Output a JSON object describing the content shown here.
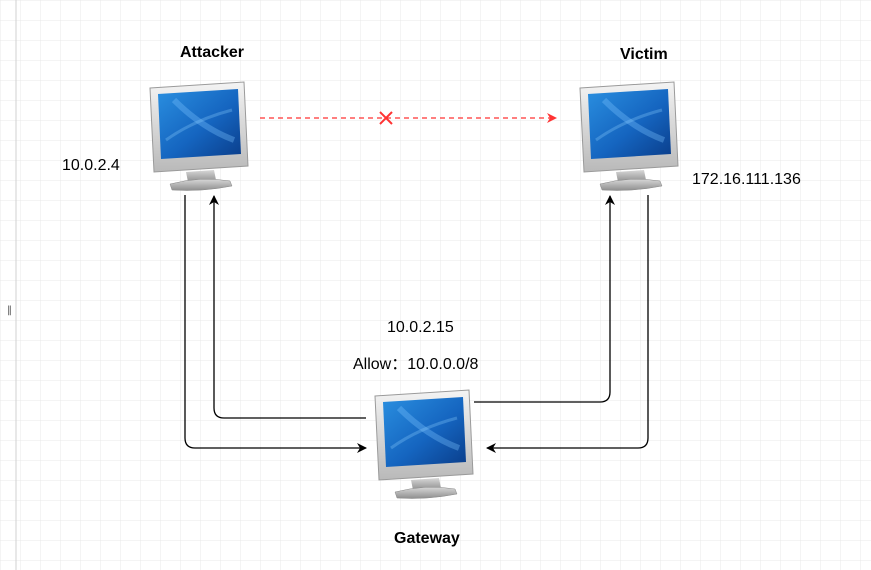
{
  "nodes": {
    "attacker": {
      "title": "Attacker",
      "ip": "10.0.2.4"
    },
    "victim": {
      "title": "Victim",
      "ip": "172.16.111.136"
    },
    "gateway": {
      "title": "Gateway",
      "ip": "10.0.2.15",
      "rule": "Allow：10.0.0.0/8"
    }
  },
  "edges": [
    {
      "from": "attacker",
      "to": "victim",
      "style": "dashed",
      "status": "blocked",
      "color": "#ff3333"
    },
    {
      "from": "attacker",
      "to": "gateway",
      "style": "solid",
      "color": "#000000"
    },
    {
      "from": "gateway",
      "to": "attacker",
      "style": "solid",
      "color": "#000000"
    },
    {
      "from": "gateway",
      "to": "victim",
      "style": "solid",
      "color": "#000000"
    },
    {
      "from": "victim",
      "to": "gateway",
      "style": "solid",
      "color": "#000000"
    }
  ],
  "icons": {
    "computer": "monitor-icon",
    "blocked": "x-mark-icon",
    "handle": "drag-handle-icon"
  },
  "colors": {
    "grid": "#e6e6e6",
    "blocked_link": "#ff3333",
    "link": "#000000"
  }
}
